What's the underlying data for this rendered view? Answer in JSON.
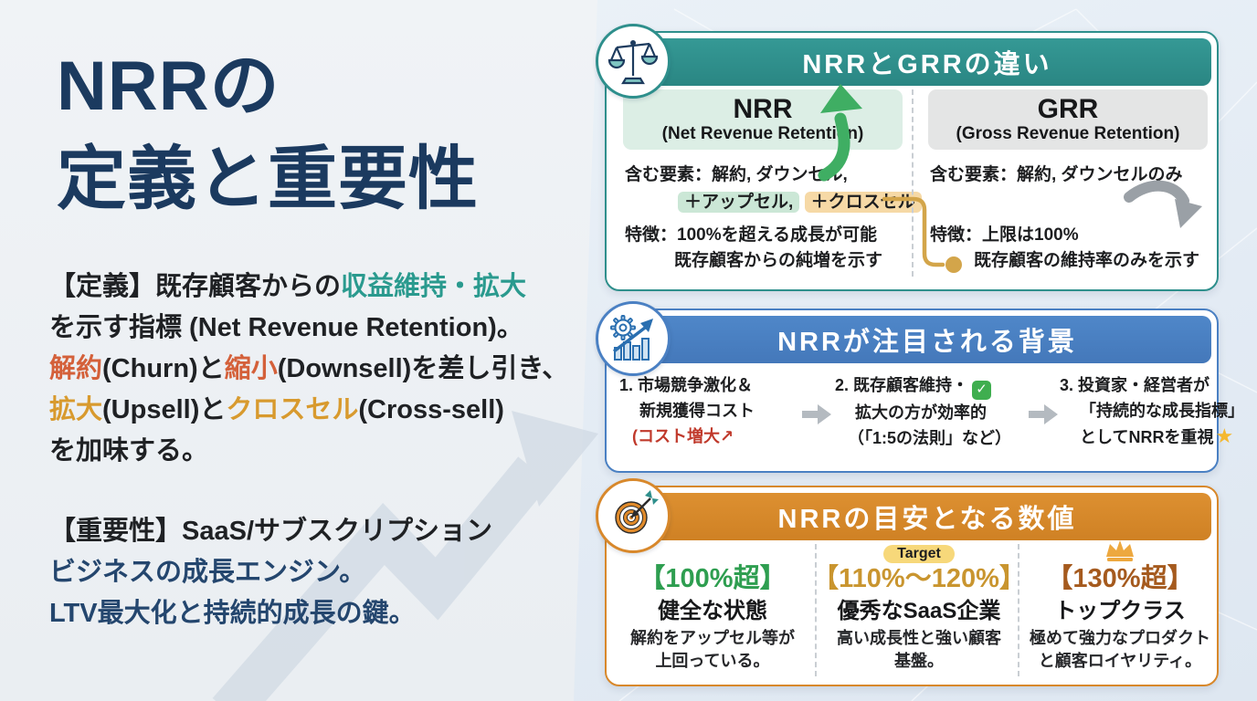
{
  "colors": {
    "title_navy": "#1b3a5f",
    "accent_teal": "#2e8f8c",
    "accent_blue": "#4a80c3",
    "accent_orange": "#d8882b",
    "text_teal": "#2a9a8e",
    "text_vermilion": "#d4603a",
    "text_gold": "#d89a2e",
    "text_red": "#c0392b",
    "tier_green": "#2e9e50",
    "tier_gold": "#c9952f",
    "tier_dark_orange": "#a55a1e",
    "connector_gold": "#d3a54a"
  },
  "left": {
    "title_line1": "NRRの",
    "title_line2": "定義と重要性",
    "definition": {
      "l1_black": "【定義】既存顧客からの",
      "l1_teal": "収益維持・拡大",
      "l2": "を示す指標 (Net Revenue Retention)。",
      "l3_red1": "解約",
      "l3_b1": "(Churn)と",
      "l3_red2": "縮小",
      "l3_b2": "(Downsell)を差し引き、",
      "l4_gold1": "拡大",
      "l4_b1": "(Upsell)と",
      "l4_gold2": "クロスセル",
      "l4_b2": "(Cross-sell)",
      "l5": "を加味する。"
    },
    "importance": {
      "l1": "【重要性】SaaS/サブスクリプション",
      "l2": "ビジネスの成長エンジン。",
      "l3": "LTV最大化と持続的成長の鍵。"
    }
  },
  "panel_nrr_grr": {
    "header": "NRRとGRRの違い",
    "icon": "balance-scale-icon",
    "nrr": {
      "title": "NRR",
      "subtitle": "(Net Revenue Retention)",
      "include_line": "含む要素：解約, ダウンセル,",
      "plus_upsell": "＋アップセル,",
      "plus_crosssell": "＋クロスセル",
      "feature_line1": "特徴：100%を超える成長が可能",
      "feature_line2": "既存顧客からの純増を示す",
      "arrow_icon": "growth-up-arrow-icon"
    },
    "grr": {
      "title": "GRR",
      "subtitle": "(Gross Revenue Retention)",
      "include_line": "含む要素：解約, ダウンセルのみ",
      "feature_line1": "特徴：上限は100%",
      "feature_line2": "既存顧客の維持率のみを示す",
      "arrow_icon": "decline-down-arrow-icon"
    }
  },
  "panel_background": {
    "header": "NRRが注目される背景",
    "icon": "gear-growth-icon",
    "flow_icon": "arrow-right-icon",
    "steps": [
      {
        "line1": "1. 市場競争激化＆",
        "line2": "新規獲得コスト",
        "line3": "(コスト増大",
        "arrow": "↗"
      },
      {
        "line1": "2. 既存顧客維持・",
        "check": "✓",
        "line2": "拡大の方が効率的",
        "line3": "（「1:5の法則」など）"
      },
      {
        "line1": "3. 投資家・経営者が",
        "line2": "「持続的な成長指標」",
        "line3": "としてNRRを重視",
        "star": "★"
      }
    ]
  },
  "panel_benchmark": {
    "header": "NRRの目安となる数値",
    "icon": "target-icon",
    "tiers": [
      {
        "range": "【100%超】",
        "title": "健全な状態",
        "desc1": "解約をアップセル等が",
        "desc2": "上回っている。"
      },
      {
        "badge": "Target",
        "range": "【110%〜120%】",
        "title": "優秀なSaaS企業",
        "desc1": "高い成長性と強い顧客",
        "desc2": "基盤。"
      },
      {
        "crown": "crown-icon",
        "range": "【130%超】",
        "title": "トップクラス",
        "desc1": "極めて強力なプロダクト",
        "desc2": "と顧客ロイヤリティ。"
      }
    ]
  }
}
